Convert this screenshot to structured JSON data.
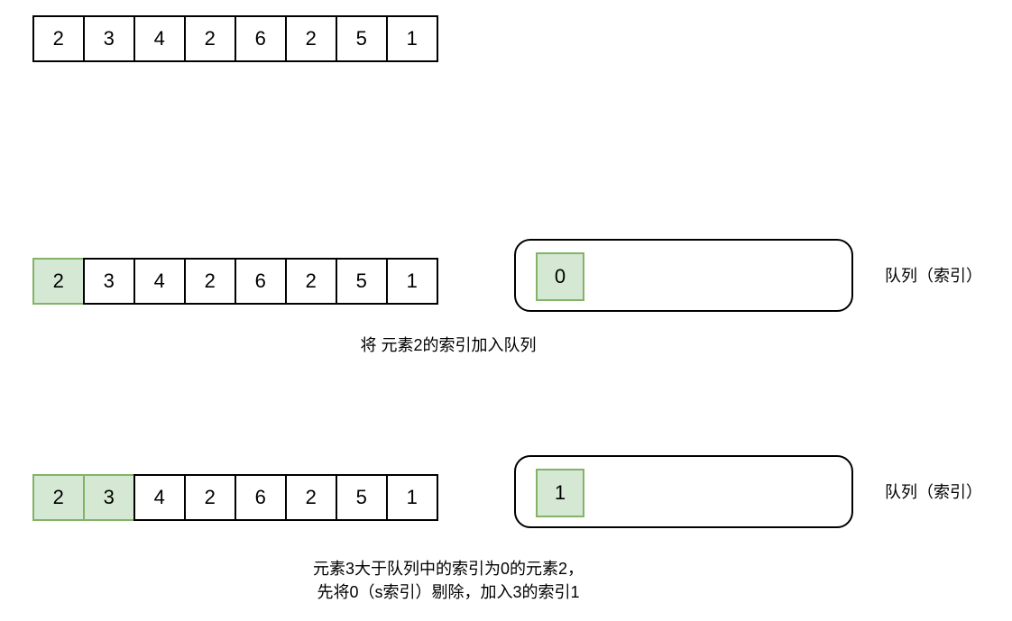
{
  "diagram": {
    "title_text": "",
    "colors": {
      "stroke": "#000000",
      "highlight_fill": "#d5e8d4",
      "highlight_stroke": "#82b366",
      "background": "#ffffff"
    },
    "rows": [
      {
        "id": "row-initial",
        "array": {
          "values": [
            "2",
            "3",
            "4",
            "2",
            "6",
            "2",
            "5",
            "1"
          ],
          "highlighted": [
            false,
            false,
            false,
            false,
            false,
            false,
            false,
            false
          ]
        },
        "queue": null,
        "queue_label": "",
        "caption": []
      },
      {
        "id": "row-step-1",
        "array": {
          "values": [
            "2",
            "3",
            "4",
            "2",
            "6",
            "2",
            "5",
            "1"
          ],
          "highlighted": [
            true,
            false,
            false,
            false,
            false,
            false,
            false,
            false
          ]
        },
        "queue": {
          "items": [
            "0"
          ]
        },
        "queue_label": "队列（索引）",
        "caption": [
          "将 元素2的索引加入队列"
        ]
      },
      {
        "id": "row-step-2",
        "array": {
          "values": [
            "2",
            "3",
            "4",
            "2",
            "6",
            "2",
            "5",
            "1"
          ],
          "highlighted": [
            true,
            true,
            false,
            false,
            false,
            false,
            false,
            false
          ]
        },
        "queue": {
          "items": [
            "1"
          ]
        },
        "queue_label": "队列（索引）",
        "caption": [
          "元素3大于队列中的索引为0的元素2，",
          "先将0（s索引）剔除，加入3的索引1"
        ]
      }
    ]
  }
}
